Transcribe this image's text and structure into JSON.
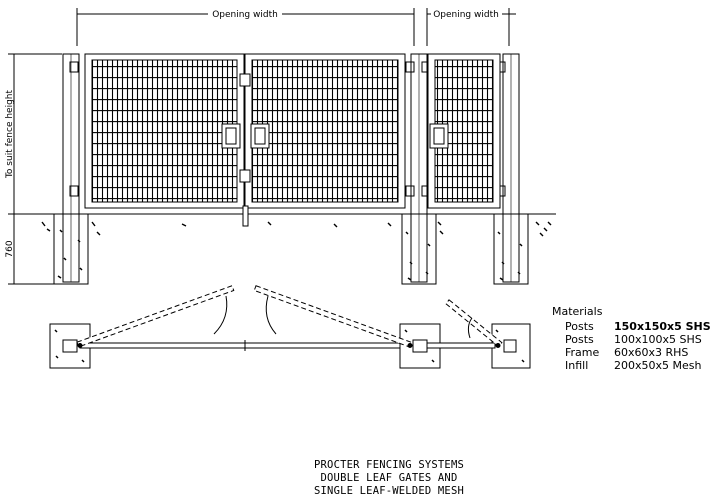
{
  "dimensions": {
    "opening_width_1": "Opening width",
    "opening_width_2": "Opening width",
    "fence_height": "To suit fence height",
    "footing_depth": "760"
  },
  "materials": {
    "heading": "Materials",
    "rows": [
      {
        "item": "Posts",
        "spec": "150x150x5 SHS",
        "bold": true
      },
      {
        "item": "Posts",
        "spec": "100x100x5 SHS",
        "bold": false
      },
      {
        "item": "Frame",
        "spec": "60x60x3 RHS",
        "bold": false
      },
      {
        "item": "Infill",
        "spec": "200x50x5 Mesh",
        "bold": false
      }
    ]
  },
  "title_block": {
    "line1": "PROCTER FENCING SYSTEMS",
    "line2": "DOUBLE LEAF GATES AND",
    "line3": "SINGLE LEAF-WELDED MESH"
  },
  "colors": {
    "line": "#000000",
    "background": "#ffffff"
  }
}
